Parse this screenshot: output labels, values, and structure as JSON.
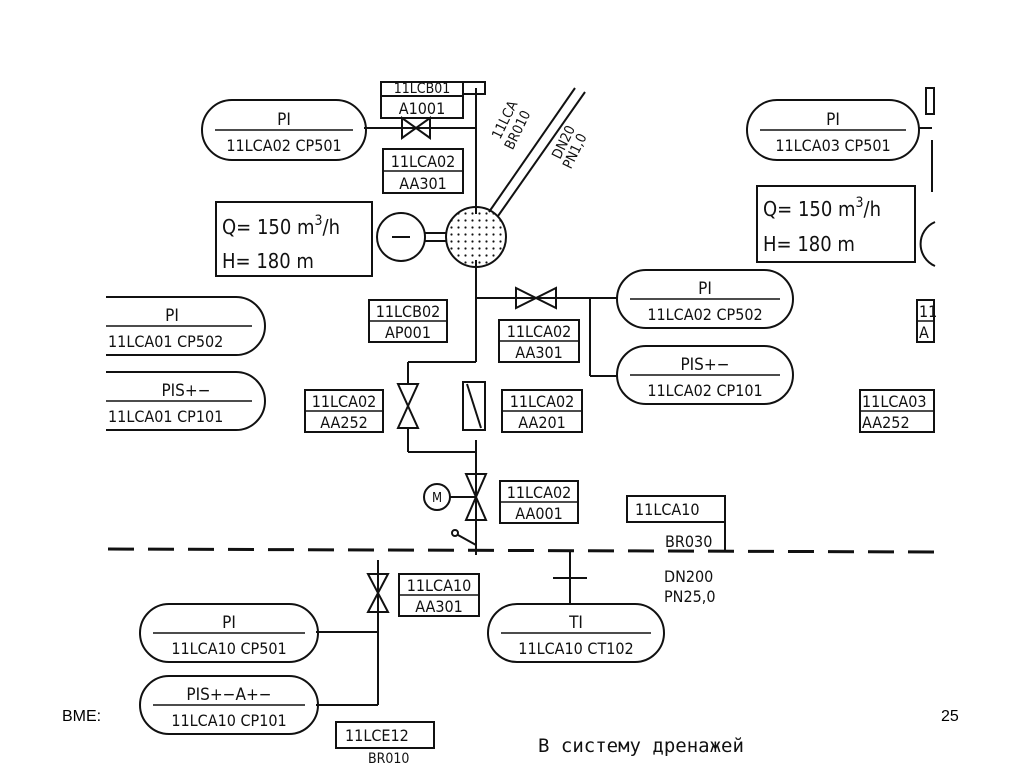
{
  "instruments": {
    "pi_ca02_cp501": {
      "kind": "PI",
      "tag": "11LCA02 CP501"
    },
    "pi_ca03_cp501": {
      "kind": "PI",
      "tag": "11LCA03 CP501"
    },
    "pi_ca02_cp502": {
      "kind": "PI",
      "tag": "11LCA02 CP502"
    },
    "pis_ca02_cp101": {
      "kind": "PIS+−",
      "tag": "11LCA02 CP101"
    },
    "pi_ca01_cp502": {
      "kind": "PI",
      "tag": "11LCA01 CP502"
    },
    "pis_ca01_cp101": {
      "kind": "PIS+−",
      "tag": "11LCA01 CP101"
    },
    "pi_ca10_cp501": {
      "kind": "PI",
      "tag": "11LCA10 CP501"
    },
    "pis_ca10_cp101": {
      "kind": "PIS+−A+−",
      "tag": "11LCA10 CP101"
    },
    "ti_ca10_ct102": {
      "kind": "TI",
      "tag": "11LCA10 CT102"
    }
  },
  "tags": {
    "top_clip": "11LCB01",
    "a1001": "A1001",
    "ca02_aa301_top": [
      "11LCA02",
      "AA301"
    ],
    "cb02_ap001": [
      "11LCB02",
      "AP001"
    ],
    "ca02_aa301_mid": [
      "11LCA02",
      "AA301"
    ],
    "ca02_aa252": [
      "11LCA02",
      "AA252"
    ],
    "ca02_aa201": [
      "11LCA02",
      "AA201"
    ],
    "ca02_aa001": [
      "11LCA02",
      "AA001"
    ],
    "ca03_aa252": [
      "11LCA03",
      "AA252"
    ],
    "right_edge": [
      "11",
      "A"
    ],
    "ca10_br030": [
      "11LCA10",
      "BR030"
    ],
    "ca10_aa301": [
      "11LCA10",
      "AA301"
    ],
    "lce12": [
      "11LCE12",
      "BR010"
    ]
  },
  "pump_specs": {
    "left": {
      "q": "Q= 150  m",
      "exp": "3",
      "unit": "/h",
      "h": "H= 180  m"
    },
    "right": {
      "q": "Q= 150  m",
      "exp": "3",
      "unit": "/h",
      "h": "H= 180  m"
    }
  },
  "pipe_labels": {
    "diagonal": [
      "11LCA",
      "BR010",
      "DN20",
      "PN1,0"
    ],
    "br030_dn": "DN200",
    "br030_pn": "PN25,0"
  },
  "symbols": {
    "motor": "M"
  },
  "drain_note": "В систему дренажей",
  "footer": {
    "left": "BME:",
    "page": "25"
  }
}
